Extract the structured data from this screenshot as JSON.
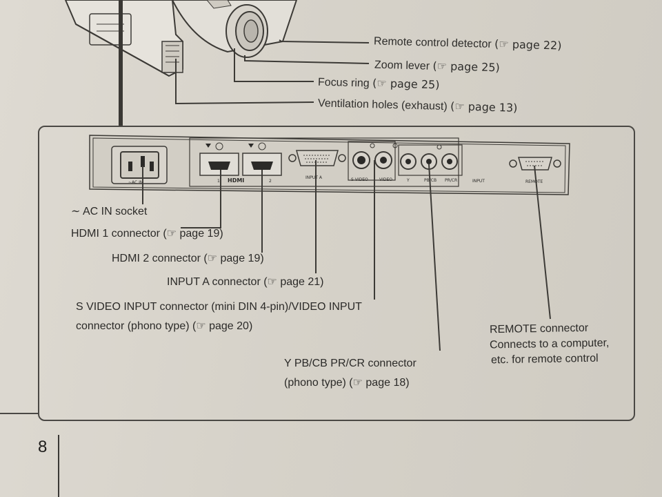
{
  "top_callouts": [
    {
      "text": "Remote control detector",
      "ref": "(☞ page 22)"
    },
    {
      "text": "Zoom lever",
      "ref": "(☞ page 25)"
    },
    {
      "text": "Focus ring",
      "ref": "(☞ page 25)"
    },
    {
      "text": "Ventilation holes (exhaust)",
      "ref": "(☞ page 13)"
    }
  ],
  "panel_markings": {
    "ac_in": "~AC IN",
    "hdmi_logo": "HDMI",
    "hdmi_1": "1",
    "hdmi_2": "2",
    "input_a": "INPUT A",
    "s_video": "S VIDEO",
    "video": "VIDEO",
    "y": "Y",
    "pb_cb": "PB/CB",
    "pr_cr": "PR/CR",
    "input": "INPUT",
    "remote": "REMOTE"
  },
  "labels": {
    "ac_in_socket": "∼ AC IN socket",
    "hdmi1": "HDMI 1 connector (☞ page 19)",
    "hdmi2": "HDMI 2 connector (☞ page 19)",
    "input_a": "INPUT A connector (☞ page 21)",
    "s_video_line1": "S VIDEO INPUT connector (mini DIN 4-pin)/VIDEO INPUT",
    "s_video_line2": "connector (phono type) (☞ page 20)",
    "ypbpr_line1": "Y PB/CB PR/CR connector",
    "ypbpr_line2": "(phono type) (☞ page 18)",
    "remote_line1": "REMOTE connector",
    "remote_line2": "Connects to a computer,",
    "remote_line3": "etc. for remote control"
  },
  "page_number": "8"
}
